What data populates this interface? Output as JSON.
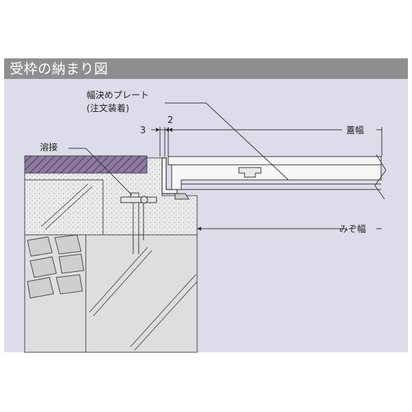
{
  "title": "受枠の納まり図",
  "labels": {
    "width_plate": "幅決めプレート",
    "width_plate_note": "(注文装着)",
    "dim_3": "3",
    "dim_2": "2",
    "lid_width": "蓋幅",
    "welding": "溶接",
    "groove_width": "みぞ幅"
  },
  "colors": {
    "panel_bg": "#dcdcea",
    "title_bar": "#8e8e8e",
    "hatch_band": "#8c7aa0",
    "concrete": "#e8e8e8",
    "line": "#333333"
  }
}
